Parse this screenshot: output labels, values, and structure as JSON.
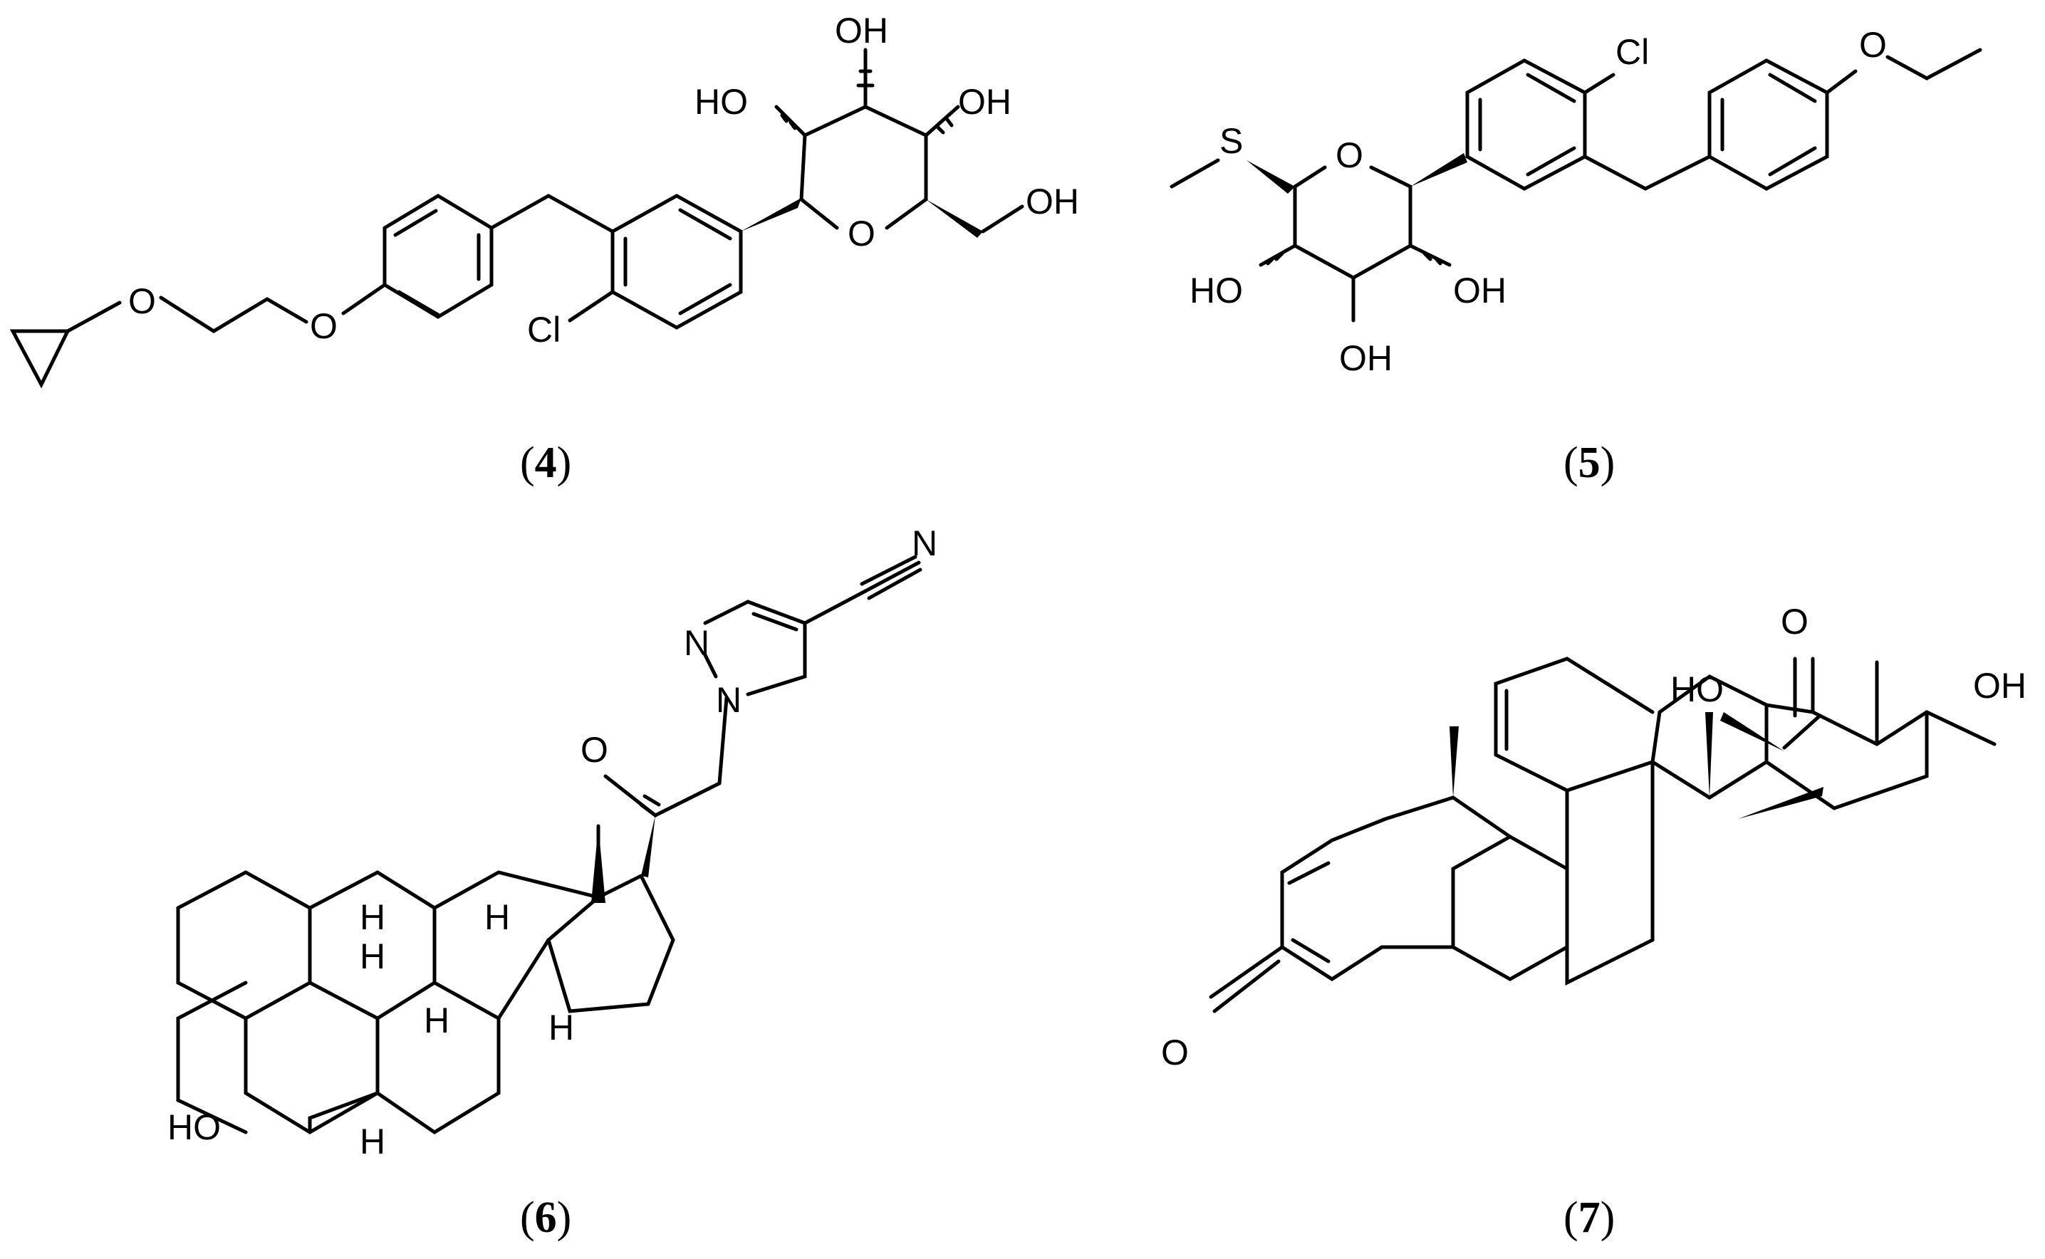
{
  "compounds": [
    {
      "caption_open": "(",
      "caption_number": "4",
      "caption_close": ")",
      "atoms": {
        "oh_top": "OH",
        "ho_left": "HO",
        "oh_right": "OH",
        "oh_ch2": "OH",
        "o_ring": "O",
        "cl": "Cl",
        "o_ether1": "O",
        "o_ether2": "O"
      }
    },
    {
      "caption_open": "(",
      "caption_number": "5",
      "caption_close": ")",
      "atoms": {
        "s": "S",
        "o_ring": "O",
        "cl": "Cl",
        "o_ether": "O",
        "ho_left": "HO",
        "oh_right": "OH",
        "oh_bottom": "OH"
      }
    },
    {
      "caption_open": "(",
      "caption_number": "6",
      "caption_close": ")",
      "atoms": {
        "n_nitrile": "N",
        "n2": "N",
        "n1": "N",
        "o_ketone": "O",
        "ho": "HO",
        "h1": "H",
        "h2": "H",
        "h3": "H",
        "h4": "H",
        "h5": "H",
        "h6": "H"
      }
    },
    {
      "caption_open": "(",
      "caption_number": "7",
      "caption_close": ")",
      "atoms": {
        "o_ketone_side": "O",
        "ho": "HO",
        "oh": "OH",
        "o_ring_ketone": "O"
      }
    }
  ]
}
